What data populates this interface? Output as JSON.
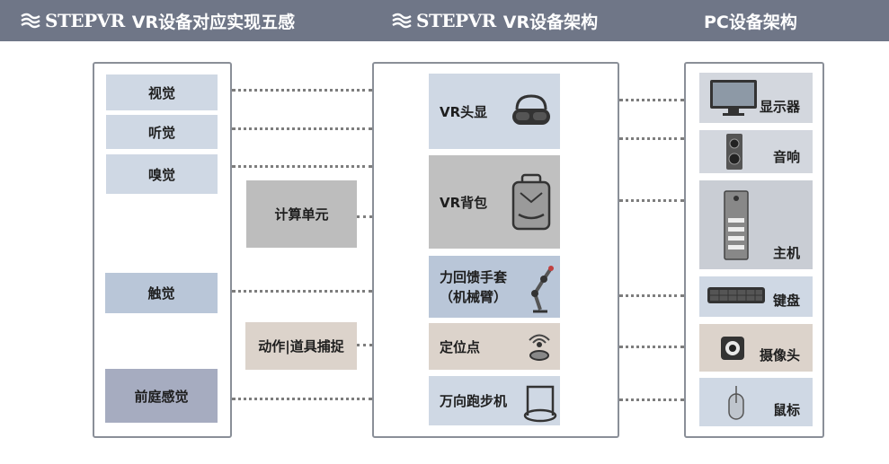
{
  "header": {
    "brand": "STEPVR",
    "left_title": "VR设备对应实现五感",
    "mid_title": "VR设备架构",
    "right_title": "PC设备架构"
  },
  "senses": [
    "视觉",
    "听觉",
    "嗅觉",
    "触觉",
    "前庭感觉"
  ],
  "processes": {
    "compute": "计算单元",
    "motion": "动作|道具捕捉"
  },
  "vr_devices": [
    {
      "label": "VR头显",
      "icon": "vr-headset-icon"
    },
    {
      "label": "VR背包",
      "icon": "backpack-icon"
    },
    {
      "label_line1": "力回馈手套",
      "label_line2": "（机械臂）",
      "icon": "robotic-arm-icon"
    },
    {
      "label": "定位点",
      "icon": "beacon-icon"
    },
    {
      "label": "万向跑步机",
      "icon": "treadmill-icon"
    }
  ],
  "pc_devices": [
    {
      "label": "显示器",
      "icon": "monitor-icon"
    },
    {
      "label": "音响",
      "icon": "speaker-icon"
    },
    {
      "label": "主机",
      "icon": "pc-tower-icon"
    },
    {
      "label": "键盘",
      "icon": "keyboard-icon"
    },
    {
      "label": "摄像头",
      "icon": "webcam-icon"
    },
    {
      "label": "鼠标",
      "icon": "mouse-icon"
    }
  ],
  "colors": {
    "header_bg": "#6f7687",
    "light_blue": "#cfd8e4",
    "gray": "#bdbdbd",
    "beige": "#dcd3cb",
    "border": "#8a8f98"
  }
}
